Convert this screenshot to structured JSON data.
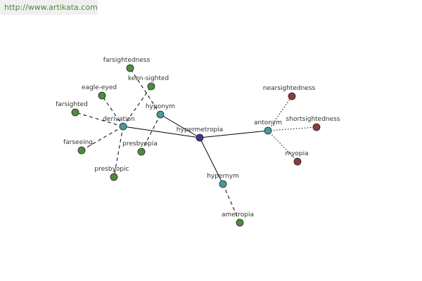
{
  "header": {
    "url_text": "http://www.artikata.com"
  },
  "colors": {
    "center": "#3b3b8c",
    "relation": "#4a9999",
    "synonym": "#4e8c3e",
    "antonym": "#8c3b3b",
    "banner_text": "#4a8a3a"
  },
  "graph": {
    "nodes": [
      {
        "id": "hypermetropia",
        "label": "hypermetropia",
        "group": "center"
      },
      {
        "id": "derivation",
        "label": "derivation",
        "group": "relation"
      },
      {
        "id": "hyponym",
        "label": "hyponym",
        "group": "relation"
      },
      {
        "id": "hypernym",
        "label": "hypernym",
        "group": "relation"
      },
      {
        "id": "antonym",
        "label": "antonym",
        "group": "relation"
      },
      {
        "id": "farsightedness",
        "label": "farsightedness",
        "group": "synonym"
      },
      {
        "id": "keen-sighted",
        "label": "keen-sighted",
        "group": "synonym"
      },
      {
        "id": "eagle-eyed",
        "label": "eagle-eyed",
        "group": "synonym"
      },
      {
        "id": "farsighted",
        "label": "farsighted",
        "group": "synonym"
      },
      {
        "id": "farseeing",
        "label": "farseeing",
        "group": "synonym"
      },
      {
        "id": "presbyopic",
        "label": "presbyopic",
        "group": "synonym"
      },
      {
        "id": "presbyopia",
        "label": "presbyopia",
        "group": "synonym"
      },
      {
        "id": "ametropia",
        "label": "ametropia",
        "group": "synonym"
      },
      {
        "id": "nearsightedness",
        "label": "nearsightedness",
        "group": "antonym"
      },
      {
        "id": "shortsightedness",
        "label": "shortsightedness",
        "group": "antonym"
      },
      {
        "id": "myopia",
        "label": "myopia",
        "group": "antonym"
      }
    ],
    "edges": [
      {
        "from": "hypermetropia",
        "to": "derivation",
        "style": "solid"
      },
      {
        "from": "hypermetropia",
        "to": "hyponym",
        "style": "solid"
      },
      {
        "from": "hypermetropia",
        "to": "hypernym",
        "style": "solid"
      },
      {
        "from": "hypermetropia",
        "to": "antonym",
        "style": "solid"
      },
      {
        "from": "derivation",
        "to": "keen-sighted",
        "style": "dashed"
      },
      {
        "from": "derivation",
        "to": "eagle-eyed",
        "style": "dashed"
      },
      {
        "from": "derivation",
        "to": "farsighted",
        "style": "dashed"
      },
      {
        "from": "derivation",
        "to": "farseeing",
        "style": "dashed"
      },
      {
        "from": "derivation",
        "to": "presbyopic",
        "style": "dashed"
      },
      {
        "from": "hyponym",
        "to": "farsightedness",
        "style": "dashed"
      },
      {
        "from": "hyponym",
        "to": "presbyopia",
        "style": "dashed"
      },
      {
        "from": "hypernym",
        "to": "ametropia",
        "style": "dashed"
      },
      {
        "from": "antonym",
        "to": "nearsightedness",
        "style": "dotted"
      },
      {
        "from": "antonym",
        "to": "shortsightedness",
        "style": "dotted"
      },
      {
        "from": "antonym",
        "to": "myopia",
        "style": "dotted"
      }
    ]
  }
}
